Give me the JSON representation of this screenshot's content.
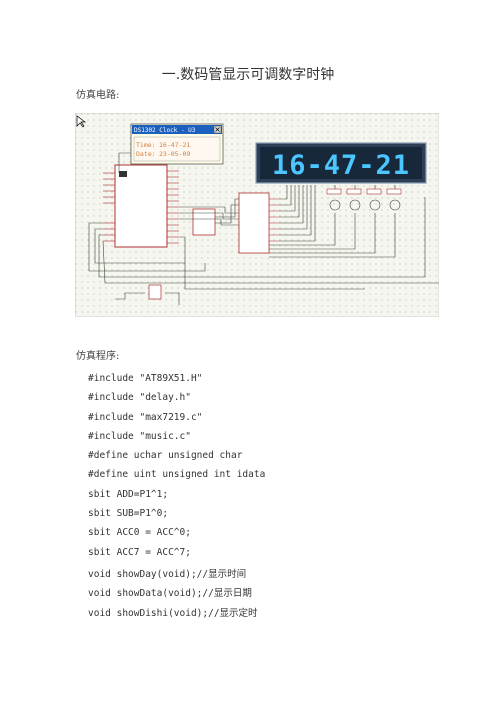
{
  "doc": {
    "title": "一.数码管显示可调数字时钟",
    "sim_circuit_label": "仿真电路:",
    "sim_program_label": "仿真程序:",
    "clock_window": {
      "title": "DS1302 Clock - U3",
      "time_label": "Time:",
      "time_value": "16-47-21",
      "date_label": "Date:",
      "date_value": "23-05-09"
    },
    "display_text": "16-47-21",
    "code_lines": [
      "#include \"AT89X51.H\"",
      "#include \"delay.h\"",
      "#include \"max7219.c\"",
      "#include \"music.c\"",
      "#define uchar unsigned char",
      "#define uint unsigned int idata",
      "sbit ADD=P1^1;",
      "sbit SUB=P1^0;",
      "sbit ACC0 = ACC^0;",
      "sbit ACC7 = ACC^7;",
      "void showDay(void);//显示时间",
      "void showData(void);//显示日期",
      "void showDishi(void);//显示定时"
    ]
  }
}
